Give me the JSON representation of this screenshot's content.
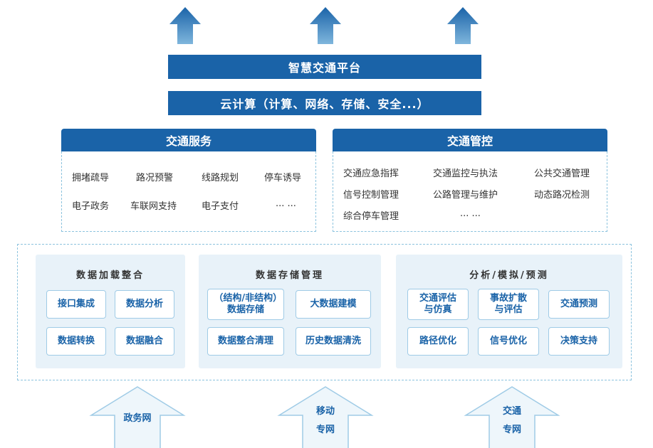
{
  "platform_title": "智慧交通平台",
  "cloud_title": "云计算（计算、网络、存储、安全...）",
  "service_panel": {
    "title": "交通服务",
    "items": [
      "拥堵疏导",
      "路况预警",
      "线路规划",
      "停车诱导",
      "电子政务",
      "车联网支持",
      "电子支付",
      "... ..."
    ]
  },
  "control_panel": {
    "title": "交通管控",
    "items": [
      "交通应急指挥",
      "交通监控与执法",
      "公共交通管理",
      "信号控制管理",
      "公路管理与维护",
      "动态路况检测",
      "综合停车管理",
      "... ..."
    ]
  },
  "groups": [
    {
      "title": "数据加载整合",
      "chips": [
        "接口集成",
        "数据分析",
        "数据转换",
        "数据融合"
      ]
    },
    {
      "title": "数据存储管理",
      "chips": [
        "（结构/非结构）数据存储",
        "大数据建模",
        "数据整合清理",
        "历史数据清洗"
      ]
    },
    {
      "title": "分析/模拟/预测",
      "chips": [
        "交通评估与仿真",
        "事故扩散与评估",
        "交通预测",
        "路径优化",
        "信号优化",
        "决策支持"
      ]
    }
  ],
  "inputs": [
    {
      "line1": "政务网",
      "line2": ""
    },
    {
      "line1": "移动",
      "line2": "专网"
    },
    {
      "line1": "交通",
      "line2": "专网"
    }
  ],
  "colors": {
    "primary": "#1a63a8",
    "light_fill": "#e8f2f9",
    "dash": "#8cc3de",
    "arrow_in_fill": "#eef6fb"
  }
}
